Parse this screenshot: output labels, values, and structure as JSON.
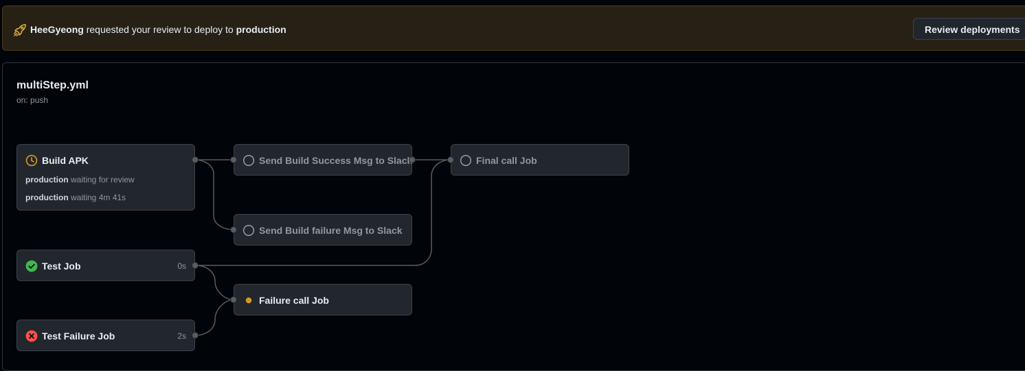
{
  "banner": {
    "icon": "rocket-icon",
    "user": "HeeGyeong",
    "message": "requested your review to deploy to",
    "environment": "production",
    "button_label": "Review deployments",
    "accent": "#e3b341"
  },
  "workflow": {
    "file": "multiStep.yml",
    "trigger": "on: push"
  },
  "jobs": {
    "build_apk": {
      "name": "Build APK",
      "icon": "clock-icon",
      "status_lines": [
        {
          "env": "production",
          "text": "waiting for review"
        },
        {
          "env": "production",
          "text": "waiting 4m 41s"
        }
      ]
    },
    "send_success": {
      "name": "Send Build Success Msg to Slack",
      "icon": "circle-outline-icon"
    },
    "final_call": {
      "name": "Final call Job",
      "icon": "circle-outline-icon"
    },
    "send_failure": {
      "name": "Send Build failure Msg to Slack",
      "icon": "circle-outline-icon"
    },
    "test_job": {
      "name": "Test Job",
      "icon": "check-circle-icon",
      "duration": "0s"
    },
    "failure_call": {
      "name": "Failure call Job",
      "icon": "dot-icon"
    },
    "test_failure": {
      "name": "Test Failure Job",
      "icon": "x-circle-icon",
      "duration": "2s"
    }
  },
  "colors": {
    "success": "#3fb950",
    "failure": "#f85149",
    "pending": "#d29922",
    "connector": "#545d68"
  }
}
